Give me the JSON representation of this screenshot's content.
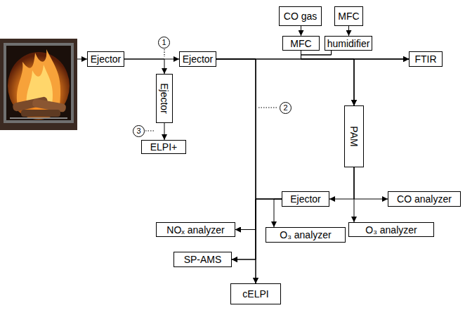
{
  "diagram": {
    "nodes": [
      {
        "text": [
          "Ejector"
        ]
      },
      {
        "text": [
          "Ejector"
        ]
      },
      {
        "text": [
          "CO gas"
        ]
      },
      {
        "text": [
          "MFC"
        ]
      },
      {
        "text": [
          "MFC"
        ]
      },
      {
        "text": [
          "humidifier"
        ]
      },
      {
        "text": [
          "FTIR"
        ]
      },
      {
        "text": [
          "Ejector"
        ]
      },
      {
        "text": [
          "PAM"
        ]
      },
      {
        "text": [
          "ELPI+"
        ]
      },
      {
        "text": [
          "Ejector"
        ]
      },
      {
        "text": [
          "CO analyzer"
        ]
      },
      {
        "text": [
          "O₃ analyzer"
        ]
      },
      {
        "text": [
          "NOₓ analyzer"
        ]
      },
      {
        "text": [
          "O₃ analyzer"
        ]
      },
      {
        "text": [
          "SP-AMS"
        ]
      },
      {
        "text": [
          "cELPI"
        ]
      }
    ],
    "edges": [
      {
        "from": 0,
        "to": 1,
        "arrow": "to"
      },
      {
        "from": 0,
        "to": 7,
        "arrow": "to"
      },
      {
        "from": 7,
        "to": 9,
        "arrow": "to"
      },
      {
        "from": 2,
        "to": 4,
        "arrow": "to"
      },
      {
        "from": 3,
        "to": 5,
        "arrow": "to"
      },
      {
        "from": 4,
        "to": 6,
        "arrow": "to"
      },
      {
        "from": 4,
        "to": 8,
        "arrow": "to"
      },
      {
        "from": 5,
        "to": 6,
        "arrow": "to"
      },
      {
        "from": 5,
        "to": 8,
        "arrow": "to"
      },
      {
        "from": 1,
        "to": 6,
        "arrow": "to"
      },
      {
        "from": 1,
        "to": 8,
        "arrow": "to"
      },
      {
        "from": 1,
        "to": 13,
        "arrow": "to"
      },
      {
        "from": 1,
        "to": 15,
        "arrow": "to"
      },
      {
        "from": 1,
        "to": 16,
        "arrow": "to"
      },
      {
        "from": 10,
        "to": 13,
        "arrow": "to"
      },
      {
        "from": 10,
        "to": 15,
        "arrow": "to"
      },
      {
        "from": 10,
        "to": 16,
        "arrow": "to"
      },
      {
        "from": 10,
        "to": 14,
        "arrow": "to"
      },
      {
        "from": 8,
        "to": 12,
        "arrow": "to"
      },
      {
        "from": 8,
        "to": 10,
        "arrow": "to"
      },
      {
        "from": 8,
        "to": 11,
        "arrow": "to"
      }
    ],
    "labels": [
      "1",
      "2",
      "3"
    ]
  }
}
